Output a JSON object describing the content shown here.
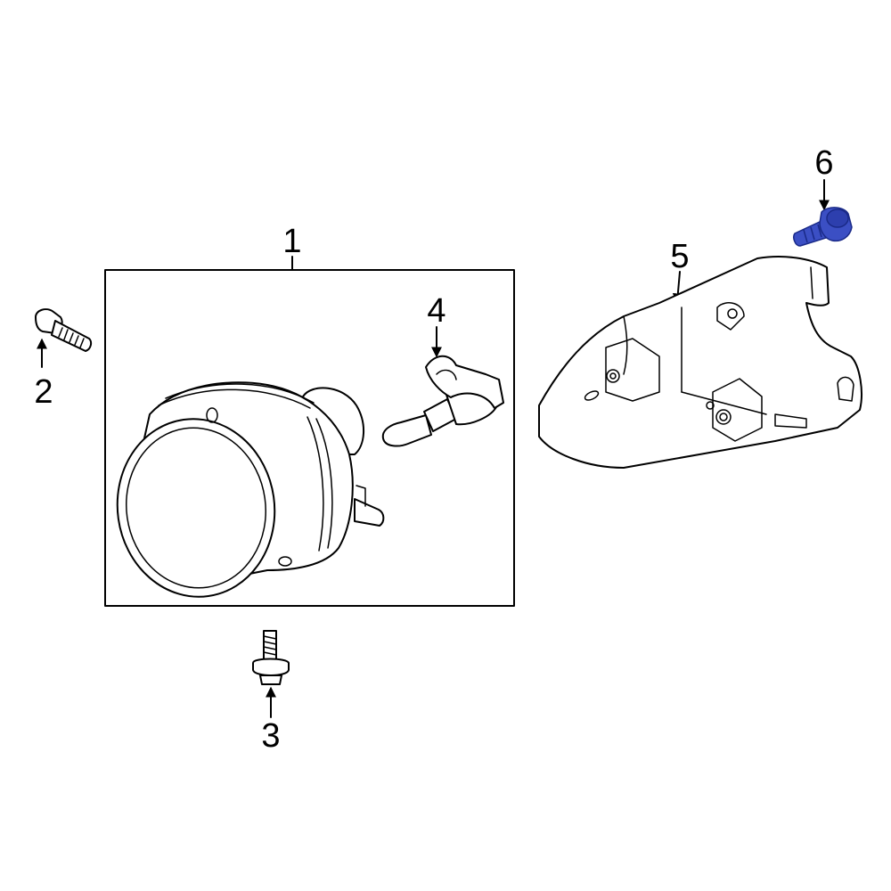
{
  "callouts": [
    {
      "id": "1",
      "label": "1"
    },
    {
      "id": "2",
      "label": "2"
    },
    {
      "id": "3",
      "label": "3"
    },
    {
      "id": "4",
      "label": "4"
    },
    {
      "id": "5",
      "label": "5"
    },
    {
      "id": "6",
      "label": "6"
    }
  ],
  "colors": {
    "highlight": "#3b4fc4",
    "line": "#000000",
    "background": "#ffffff"
  }
}
